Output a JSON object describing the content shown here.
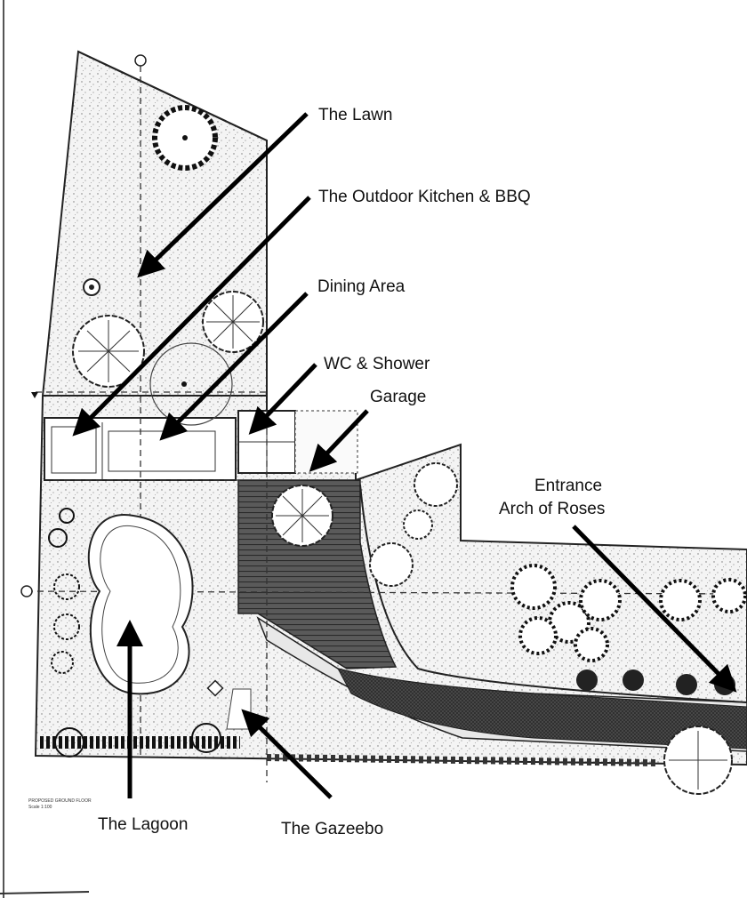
{
  "labels": {
    "lawn": "The Lawn",
    "kitchen": "The Outdoor Kitchen & BBQ",
    "dining": "Dining Area",
    "wc": "WC & Shower",
    "garage": "Garage",
    "entrance_line1": "Entrance",
    "entrance_line2": "Arch of Roses",
    "lagoon": "The Lagoon",
    "gazebo": "The Gazeebo"
  },
  "drawing_note": {
    "line1": "PROPOSED GROUND FLOOR",
    "line2": "Scale 1:100"
  }
}
